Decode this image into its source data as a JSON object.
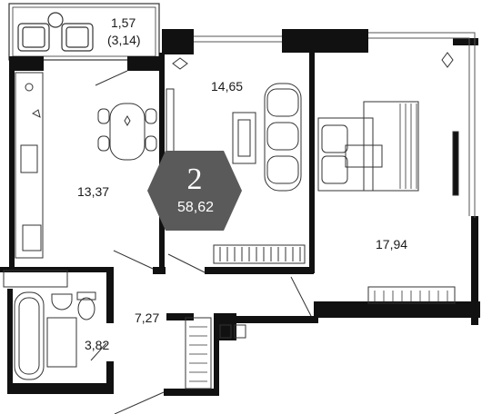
{
  "apartment": {
    "rooms_count": "2",
    "total_area": "58,62",
    "badge_color": "#5a5a5a"
  },
  "rooms": {
    "balcony": {
      "area": "1,57",
      "area_coefficient": "(3,14)"
    },
    "kitchen": {
      "area": "13,37"
    },
    "living_room": {
      "area": "14,65"
    },
    "bedroom": {
      "area": "17,94"
    },
    "hallway": {
      "area": "7,27"
    },
    "bathroom": {
      "area": "3,82"
    }
  },
  "colors": {
    "wall": "#111111",
    "line": "#333333",
    "badge_text": "#ffffff"
  }
}
